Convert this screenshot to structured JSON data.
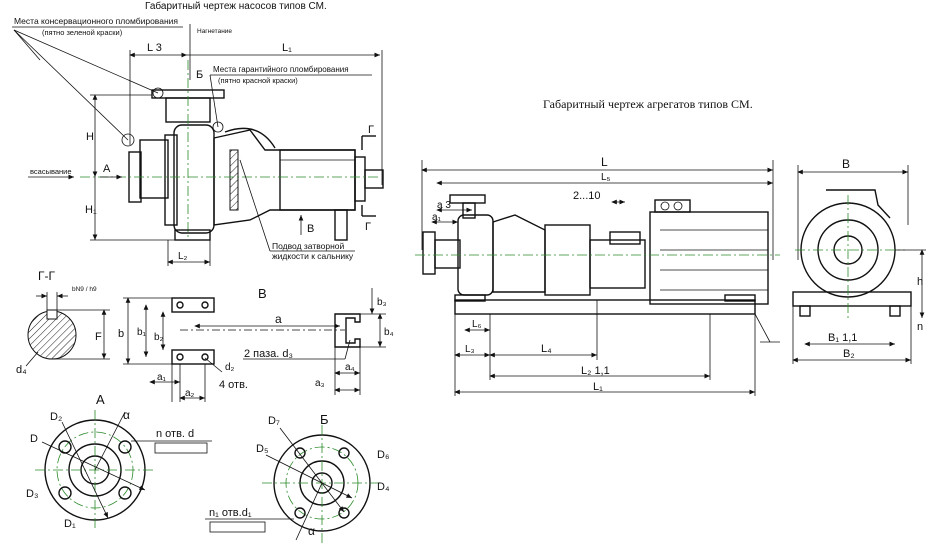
{
  "titles": {
    "pump": "Габаритный чертеж насосов типов СМ.",
    "unit": "Габаритный чертеж агрегатов типов СМ."
  },
  "pump_labels": {
    "conserv_seal": "Места консервационного пломбирования",
    "conserv_seal_note": "(пятно зеленой краски)",
    "discharge": "Нагнетание",
    "warranty_seal": "Места гарантийного пломбирования",
    "warranty_seal_note": "(пятно красной краски)",
    "suction": "всасывание",
    "seal_supply": "Подвод затворной",
    "seal_supply2": "жидкости к сальнику",
    "L3": "L 3",
    "L1": "L₁",
    "L2": "L₂",
    "H": "H",
    "H1": "H₁",
    "A": "A",
    "B": "Б",
    "V": "B",
    "G": "Г"
  },
  "section_gg": {
    "title": "Г-Г",
    "tol": "bN9 / h9",
    "F": "F",
    "d4": "d₄"
  },
  "view_v": {
    "title": "B",
    "a": "a",
    "b": "b",
    "b1": "b₁",
    "b2": "b₂",
    "b3": "b₃",
    "b4": "b₄",
    "a1": "a₁",
    "a2": "a₂",
    "a3": "a₃",
    "a4": "a₄",
    "d2": "d₂",
    "holes": "4 отв.",
    "slots": "2 паза. d₃"
  },
  "view_a": {
    "title": "A",
    "alpha": "α",
    "holes": "n отв. d",
    "D": "D",
    "D1": "D₁",
    "D2": "D₂",
    "D3": "D₃"
  },
  "view_b": {
    "title": "Б",
    "alpha": "α",
    "holes": "n₁ отв.d₁",
    "D4": "D₄",
    "D5": "D₅",
    "D6": "D₆",
    "D7": "D₇"
  },
  "unit_labels": {
    "L": "L",
    "L5": "L₅",
    "range": "2...10",
    "a3": "a 3",
    "a1": "a₁",
    "L6": "L₆",
    "L3": "L₃",
    "L4": "L₄",
    "L2": "L₂ 1,1",
    "L1": "L₁"
  },
  "end_view": {
    "B": "B",
    "h": "h",
    "B1": "B₁ 1,1",
    "B2": "B₂",
    "n": "n"
  }
}
